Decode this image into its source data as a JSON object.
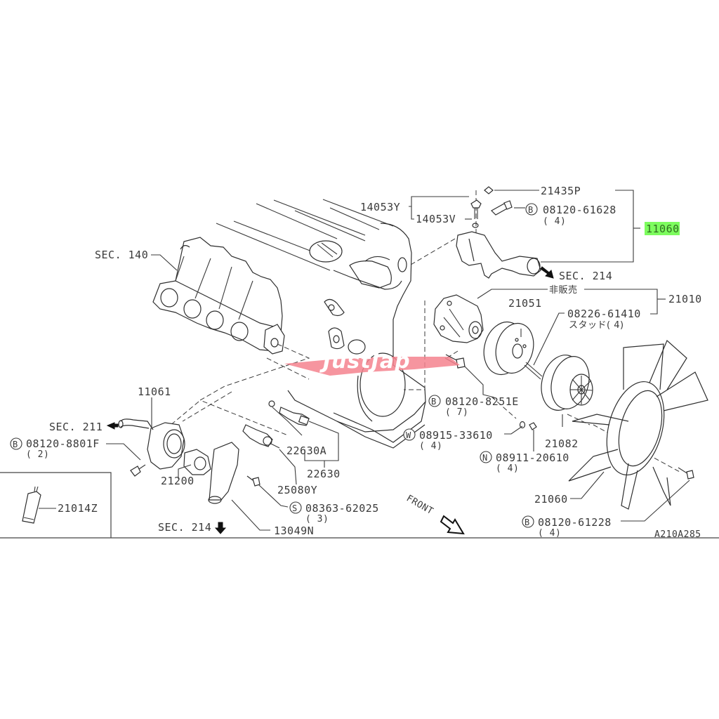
{
  "diagram": {
    "drawing_code": "A210A285",
    "front_label": "FRONT",
    "watermark": "JustJap",
    "highlight_color": "#7dfc5e",
    "watermark_color": "#f4838e"
  },
  "section_refs": {
    "sec140": "SEC. 140",
    "sec214_top": "SEC. 214",
    "sec211": "SEC. 211",
    "sec214_bottom": "SEC. 214"
  },
  "parts": {
    "p21435P": "21435P",
    "p14053Y": "14053Y",
    "p14053V": "14053V",
    "p08120_61628": "08120-61628",
    "p08120_61628_qty": "( 4)",
    "p08120_61628_mark": "B",
    "p11060": "11060",
    "not_for_sale": "非販売",
    "p21010": "21010",
    "p21051": "21051",
    "p08226_61410": "08226-61410",
    "p08226_61410_note": "スタッド( 4)",
    "p08120_8251E": "08120-8251E",
    "p08120_8251E_qty": "( 7)",
    "p08120_8251E_mark": "B",
    "p08915_33610": "08915-33610",
    "p08915_33610_qty": "( 4)",
    "p08915_33610_mark": "W",
    "p21082": "21082",
    "p08911_20610": "08911-20610",
    "p08911_20610_qty": "( 4)",
    "p08911_20610_mark": "N",
    "p21060": "21060",
    "p08120_61228": "08120-61228",
    "p08120_61228_qty": "( 4)",
    "p08120_61228_mark": "B",
    "p11061": "11061",
    "p08120_8801F": "08120-8801F",
    "p08120_8801F_qty": "( 2)",
    "p08120_8801F_mark": "B",
    "p21200": "21200",
    "p22630A": "22630A",
    "p22630": "22630",
    "p25080Y": "25080Y",
    "p08363_62025": "08363-62025",
    "p08363_62025_qty": "( 3)",
    "p08363_62025_mark": "S",
    "p13049N": "13049N",
    "p21014Z": "21014Z"
  }
}
